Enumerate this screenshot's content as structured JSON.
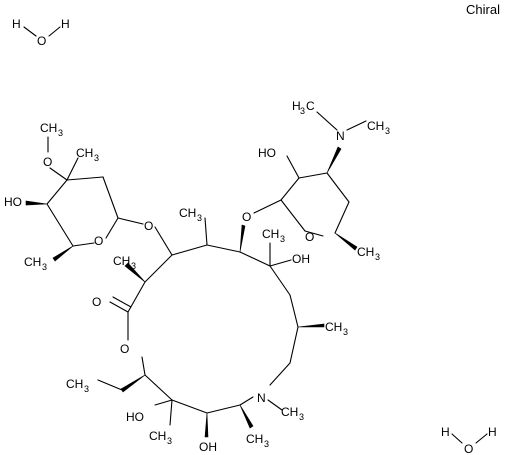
{
  "chiral_label": "Chiral",
  "water_top": {
    "h1": "H",
    "o": "O",
    "h2": "H"
  },
  "water_bottom": {
    "h1": "H",
    "o": "O",
    "h2": "H"
  },
  "labels": {
    "och3_c": "CH",
    "och3_sub": "3",
    "och3_o": "O",
    "ho_cladinose": "HO",
    "cladinose_me_c": "CH",
    "cladinose_me_sub": "3",
    "cladinose_me2_c": "CH",
    "cladinose_me2_sub": "3",
    "cladinose_ring_o": "O",
    "cladinose_link_o": "O",
    "ring_me_left_c": "CH",
    "ring_me_left_sub": "3",
    "ring_me_top_c": "CH",
    "ring_me_top_sub": "3",
    "lactone_o": "O",
    "ester_o": "O",
    "ethyl_c": "CH",
    "ethyl_sub": "3",
    "ho_c12": "HO",
    "c12_me_c": "CH",
    "c12_me_sub": "3",
    "ho_c11": "OH",
    "c10_me_c": "CH",
    "c10_me_sub": "3",
    "n_label": "N",
    "n_me_c": "CH",
    "n_me_sub": "3",
    "c8_me_c": "CH",
    "c8_me_sub": "3",
    "c6_oh": "OH",
    "c6_me_c": "CH",
    "c6_me_sub": "3",
    "desosamine_link_o": "O",
    "desosamine_ho": "HO",
    "desosamine_ring_o": "O",
    "desosamine_me_c": "CH",
    "desosamine_me_sub": "3",
    "nme2_n": "N",
    "nme2_me1_c": "H",
    "nme2_me1_sub": "3",
    "nme2_me1_c2": "C",
    "nme2_me2_c": "CH",
    "nme2_me2_sub": "3"
  }
}
